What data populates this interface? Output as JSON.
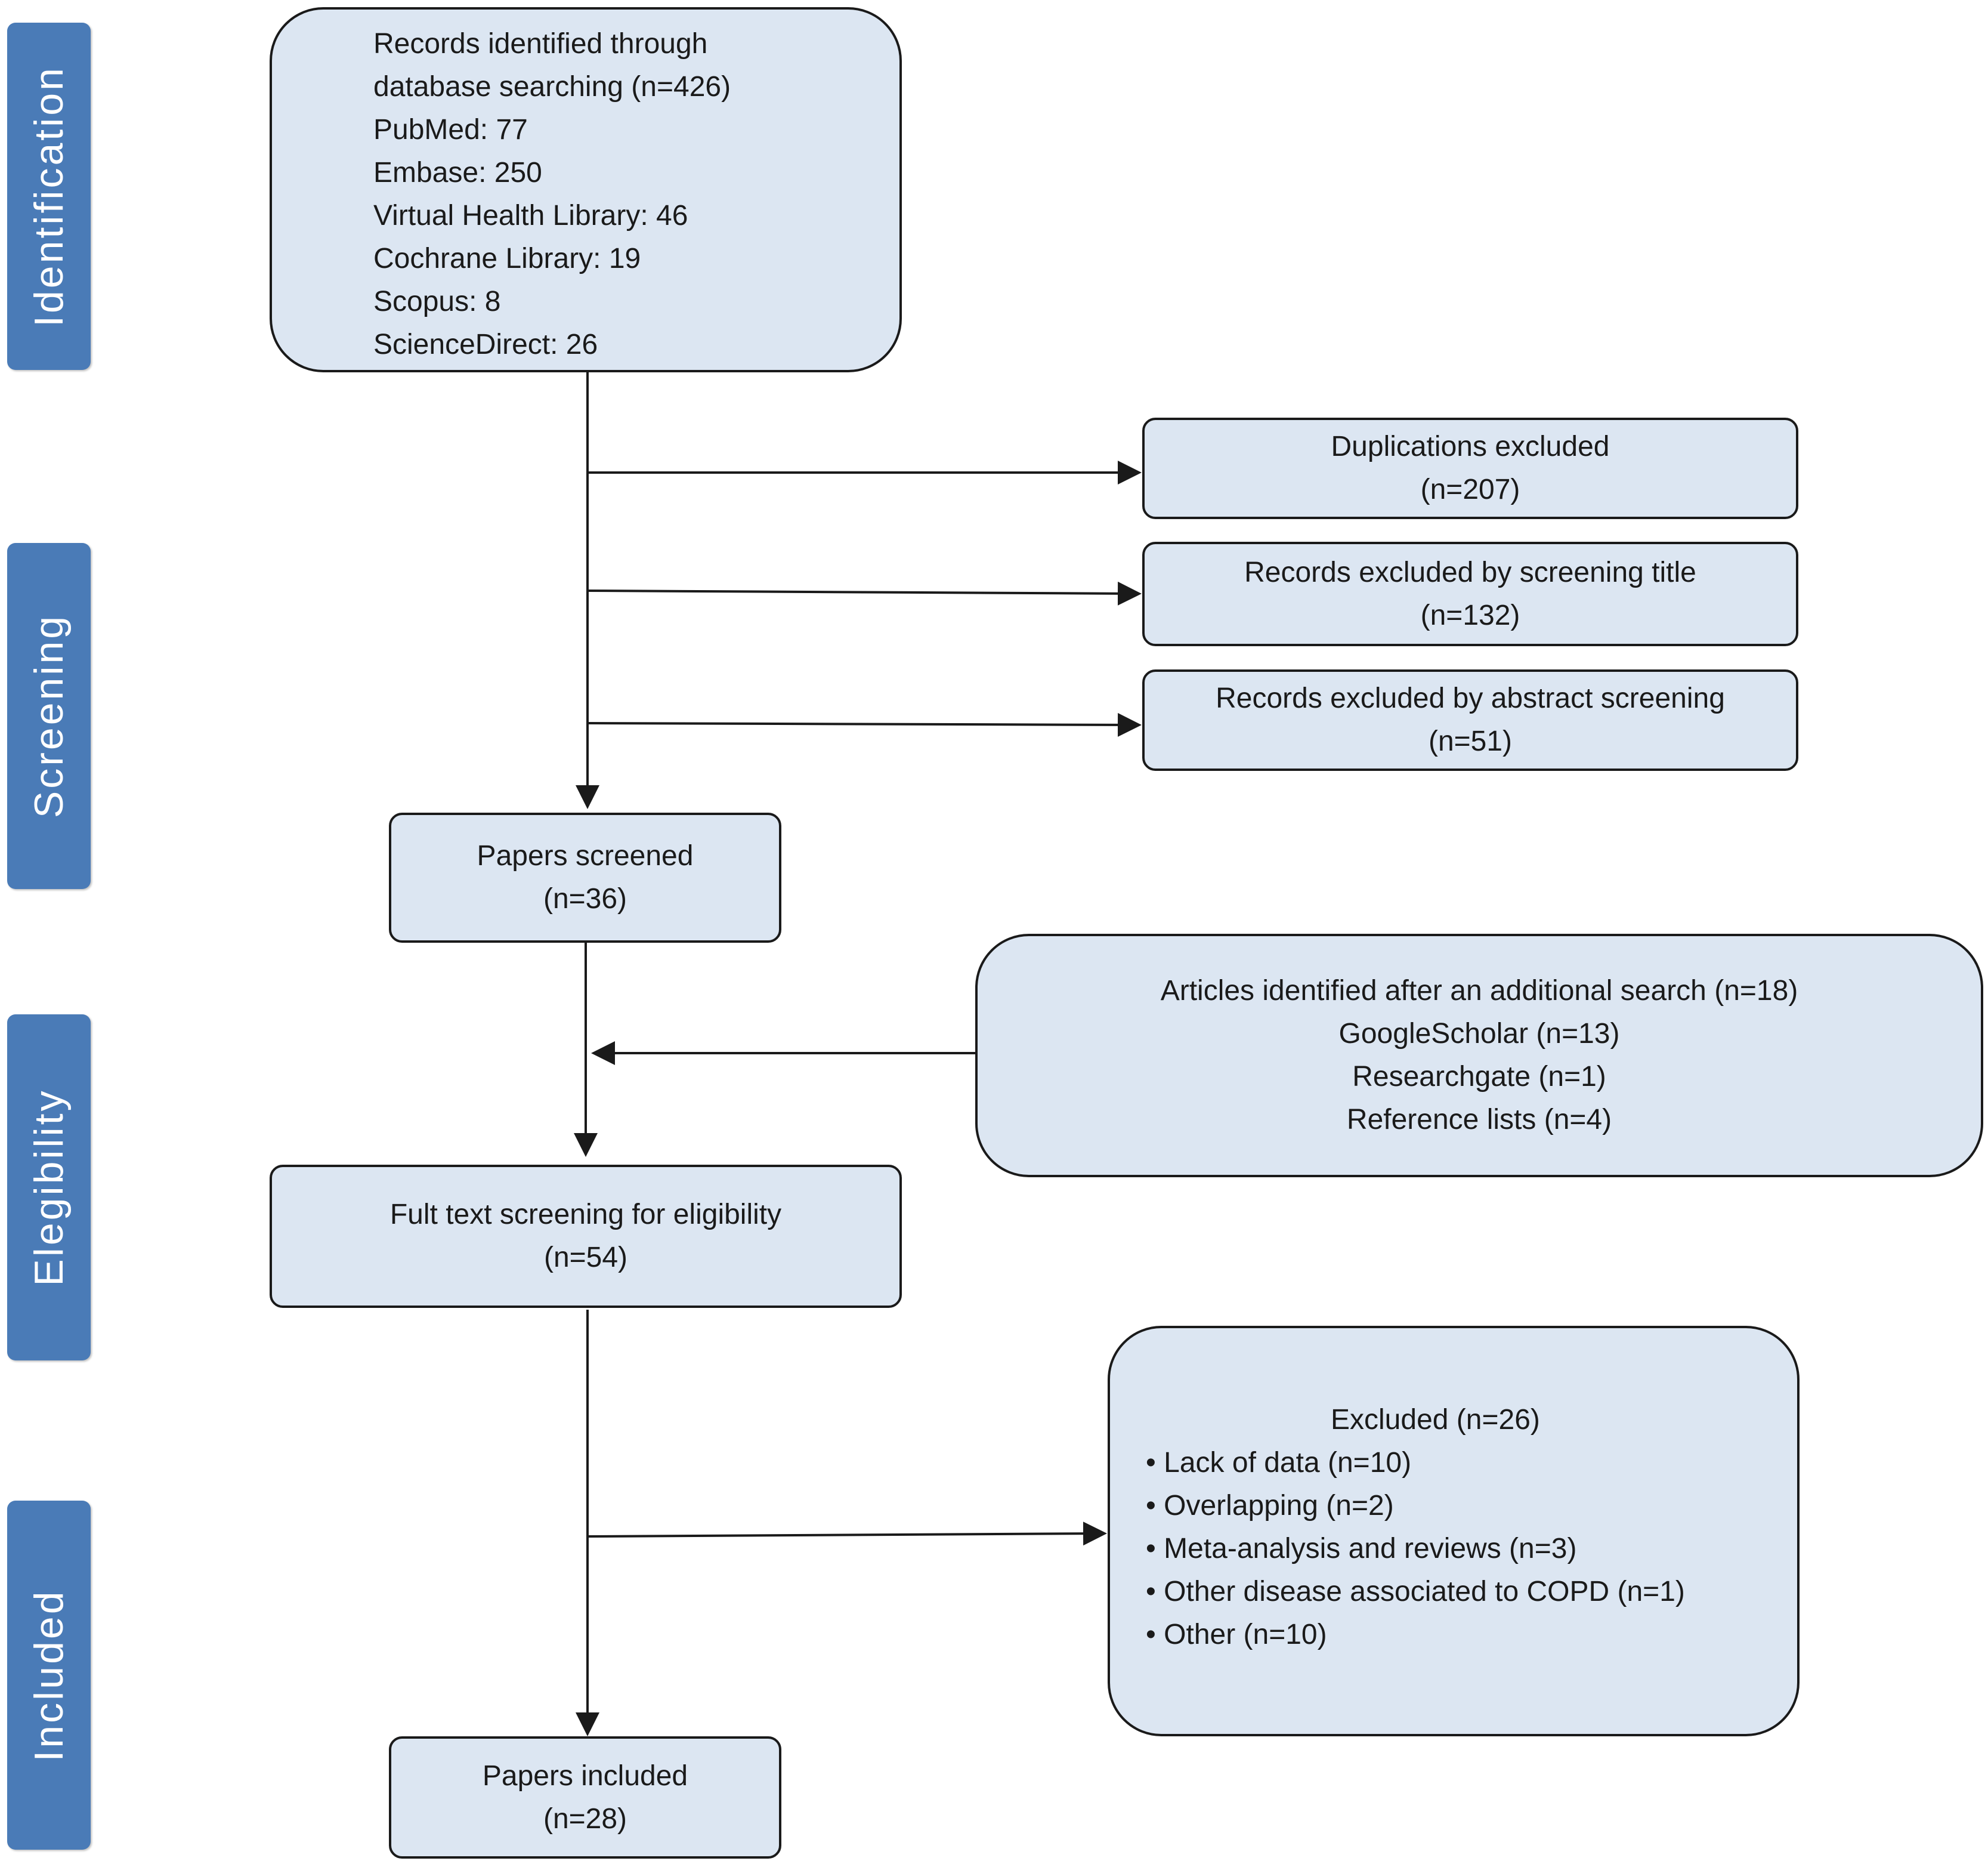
{
  "phases": {
    "identification": "Identification",
    "screening": "Screening",
    "eligibility": "Elegibility",
    "included": "Included"
  },
  "identification_box": {
    "line1": "Records identified through",
    "line2": "database searching (n=426)",
    "sources": [
      "PubMed: 77",
      "Embase: 250",
      "Virtual Health Library: 46",
      "Cochrane Library: 19",
      "Scopus: 8",
      "ScienceDirect: 26"
    ]
  },
  "duplications": {
    "title": "Duplications excluded",
    "count": "(n=207)"
  },
  "title_screening": {
    "title": "Records excluded by screening title",
    "count": "(n=132)"
  },
  "abstract_screening": {
    "title": "Records excluded by abstract screening",
    "count": "(n=51)"
  },
  "papers_screened": {
    "title": "Papers screened",
    "count": "(n=36)"
  },
  "additional_search": {
    "title": "Articles identified after an additional search (n=18)",
    "items": [
      "GoogleScholar (n=13)",
      "Researchgate (n=1)",
      "Reference lists (n=4)"
    ]
  },
  "full_text": {
    "title": "Fult text screening for eligibility",
    "count": "(n=54)"
  },
  "excluded": {
    "title": "Excluded (n=26)",
    "items": [
      "• Lack of data (n=10)",
      "• Overlapping (n=2)",
      "• Meta-analysis and reviews (n=3)",
      "• Other disease associated to COPD (n=1)",
      "• Other (n=10)"
    ]
  },
  "papers_included": {
    "title": "Papers included",
    "count": "(n=28)"
  }
}
